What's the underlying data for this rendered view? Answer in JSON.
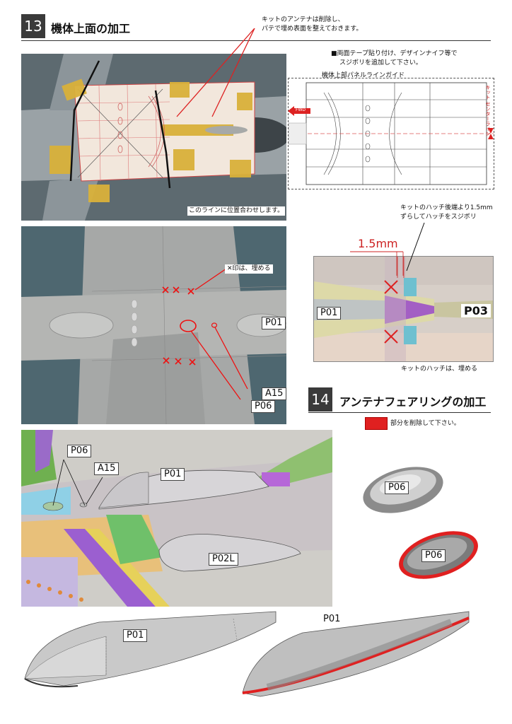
{
  "section13": {
    "number": "13",
    "title": "機体上面の加工",
    "antenna_note_line1": "キットのアンテナは削除し、",
    "antenna_note_line2": "パテで埋め表面を整えておきます。",
    "tape_note_line1": "■両面テープ貼り付け、デザインナイフ等で",
    "tape_note_line2": "スジボリを追加して下さい。",
    "guide_label": "機体上部パネルラインガイド",
    "fwd_label": "FWD",
    "centerline_label": "キット センターライン",
    "align_note": "このラインに位置合わせします。",
    "fill_mark_note": "✕印は、埋める",
    "hatch_offset_line1": "キットのハッチ後端より1.5mm",
    "hatch_offset_line2": "ずらしてハッチをスジボリ",
    "dimension": "1.5mm",
    "hatch_fill_note": "キットのハッチは、埋める",
    "part_p01": "P01",
    "part_p03": "P03",
    "part_a15": "A15",
    "part_p06": "P06"
  },
  "section14": {
    "number": "14",
    "title": "アンテナフェアリングの加工",
    "legend_text": "部分を削除して下さい。",
    "legend_color": "#e02020",
    "part_p06_a": "P06",
    "part_a15": "A15",
    "part_p01_a": "P01",
    "part_p02l": "P02L",
    "part_p06_b": "P06",
    "part_p06_c": "P06",
    "part_p01_b": "P01",
    "part_p01_c": "P01"
  }
}
